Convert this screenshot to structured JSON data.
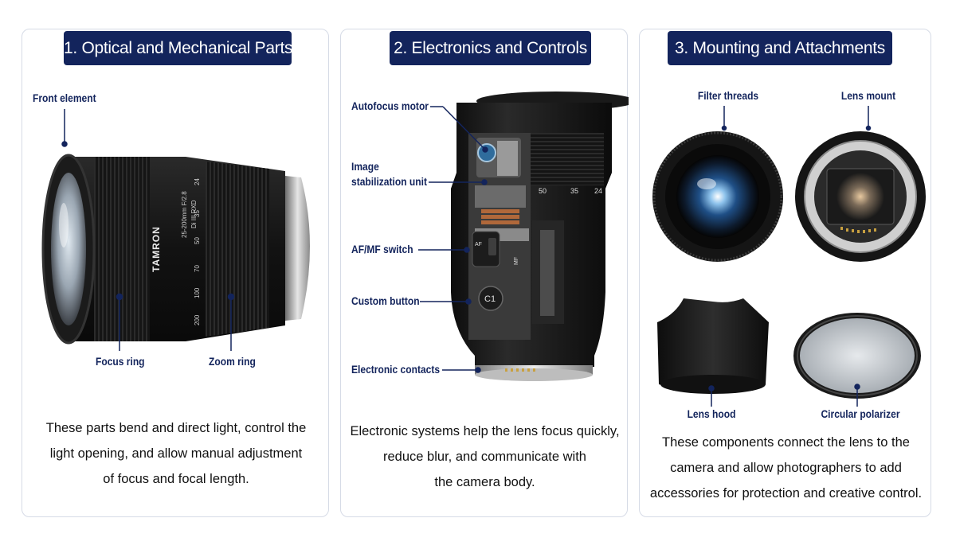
{
  "panels": [
    {
      "title": "1. Optical and Mechanical Parts",
      "labels": {
        "front_element": "Front element",
        "focus_ring": "Focus ring",
        "zoom_ring": "Zoom ring"
      },
      "lens_markings": {
        "brand": "TAMRON",
        "model": "25-200mm F/2.8",
        "series": "Di III RXD",
        "scale": [
          "24",
          "35",
          "50",
          "70",
          "100",
          "200"
        ]
      },
      "description": [
        "These parts bend and direct light, control the",
        "light opening, and allow manual adjustment",
        "of focus and focal length."
      ]
    },
    {
      "title": "2. Electronics and Controls",
      "labels": {
        "autofocus_motor": "Autofocus motor",
        "image_stabilization_line1": "Image",
        "image_stabilization_line2": "stabilization unit",
        "af_mf_switch": "AF/MF switch",
        "custom_button": "Custom button",
        "electronic_contacts": "Electronic contacts"
      },
      "lens_markings": {
        "scale": [
          "50",
          "35",
          "24"
        ],
        "switch_af": "AF",
        "switch_mf": "MF",
        "button": "C1"
      },
      "description": [
        "Electronic systems help the lens focus quickly,",
        "reduce blur, and communicate with",
        "the camera body."
      ]
    },
    {
      "title": "3. Mounting and Attachments",
      "labels": {
        "filter_threads": "Filter threads",
        "lens_mount": "Lens mount",
        "lens_hood": "Lens hood",
        "circular_polarizer": "Circular polarizer"
      },
      "description": [
        "These components connect the lens to the",
        "camera and allow photographers to add",
        "accessories for protection and creative control."
      ]
    }
  ],
  "colors": {
    "accent": "#13245c",
    "panel_border": "#d6dbe6",
    "lens_body": "#161616"
  }
}
